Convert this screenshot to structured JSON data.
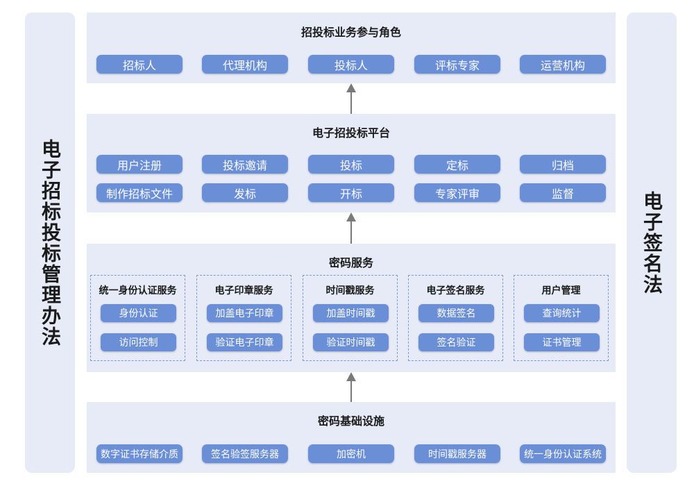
{
  "left_label": "电子招标投标管理办法",
  "right_label": "电子签名法",
  "roles": {
    "title": "招投标业务参与角色",
    "items": [
      "招标人",
      "代理机构",
      "投标人",
      "评标专家",
      "运营机构"
    ]
  },
  "platform": {
    "title": "电子招投标平台",
    "row1": [
      "用户注册",
      "投标邀请",
      "投标",
      "定标",
      "归档"
    ],
    "row2": [
      "制作招标文件",
      "发标",
      "开标",
      "专家评审",
      "监督"
    ]
  },
  "crypto_services": {
    "title": "密码服务",
    "groups": [
      {
        "title": "统一身份认证服务",
        "items": [
          "身份认证",
          "访问控制"
        ]
      },
      {
        "title": "电子印章服务",
        "items": [
          "加盖电子印章",
          "验证电子印章"
        ]
      },
      {
        "title": "时间戳服务",
        "items": [
          "加盖时间戳",
          "验证时间戳"
        ]
      },
      {
        "title": "电子签名服务",
        "items": [
          "数据签名",
          "签名验证"
        ]
      },
      {
        "title": "用户管理",
        "items": [
          "查询统计",
          "证书管理"
        ]
      }
    ]
  },
  "infrastructure": {
    "title": "密码基础设施",
    "items": [
      "数字证书存储介质",
      "签名验签服务器",
      "加密机",
      "时间戳服务器",
      "统一身份认证系统"
    ]
  },
  "colors": {
    "panel_bg": "#e6ebf7",
    "pill_bg": "#6b8fd6",
    "pill_text": "#ffffff",
    "dashed_border": "#7c98d4",
    "arrow": "#7a7a7a"
  }
}
